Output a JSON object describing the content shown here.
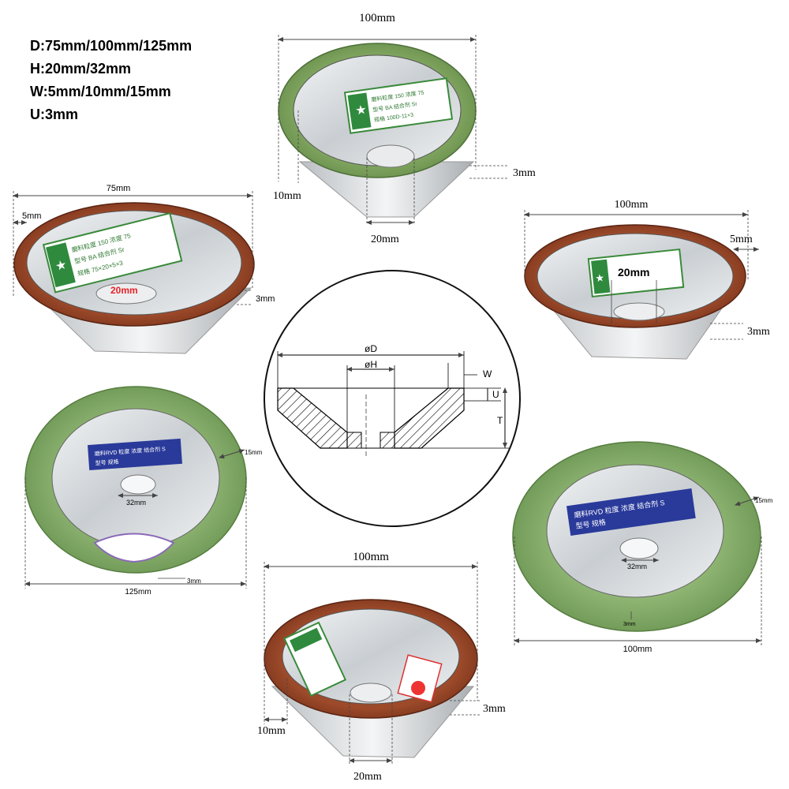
{
  "specs": {
    "diameter": "D:75mm/100mm/125mm",
    "hole": "H:20mm/32mm",
    "width": "W:5mm/10mm/15mm",
    "depth": "U:3mm"
  },
  "wheels": {
    "top_green": {
      "d": "100mm",
      "w": "10mm",
      "h": "20mm",
      "u": "3mm",
      "label_l1": "磨料粒度 150 浓度 75",
      "label_l2": "型号 BA 结合剂 Sr",
      "label_l3": "规格 100D-11×3"
    },
    "left_red": {
      "d": "75mm",
      "w": "5mm",
      "h": "20mm",
      "u": "3mm",
      "label_l1": "磨料粒度 150 浓度 75",
      "label_l2": "型号 BA 结合剂 Sr",
      "label_l3": "规格 75×20×5×3"
    },
    "right_red": {
      "d": "100mm",
      "w": "5mm",
      "h": "20mm",
      "u": "3mm"
    },
    "left_green_flat": {
      "d": "125mm",
      "w": "15mm",
      "h": "32mm",
      "u": "3mm",
      "label_l1": "磨料RVD 粒度 浓度 结合剂 S",
      "label_l2": "型号 规格"
    },
    "right_green_flat": {
      "d": "100mm",
      "w": "15mm",
      "h": "32mm",
      "u": "3mm",
      "label_l1": "磨料RVD 粒度 浓度 结合剂 S",
      "label_l2": "型号 规格"
    },
    "bottom_red": {
      "d": "100mm",
      "w": "10mm",
      "h": "20mm",
      "u": "3mm"
    }
  },
  "diagram": {
    "d": "øD",
    "h": "øH",
    "w": "W",
    "u": "U",
    "t": "T"
  },
  "colors": {
    "green_rim": "#6f9a55",
    "red_rim": "#8a3a20",
    "flat_green": "#80a866",
    "metal": "#d9dde0",
    "label_blue": "#2a3a9a"
  }
}
